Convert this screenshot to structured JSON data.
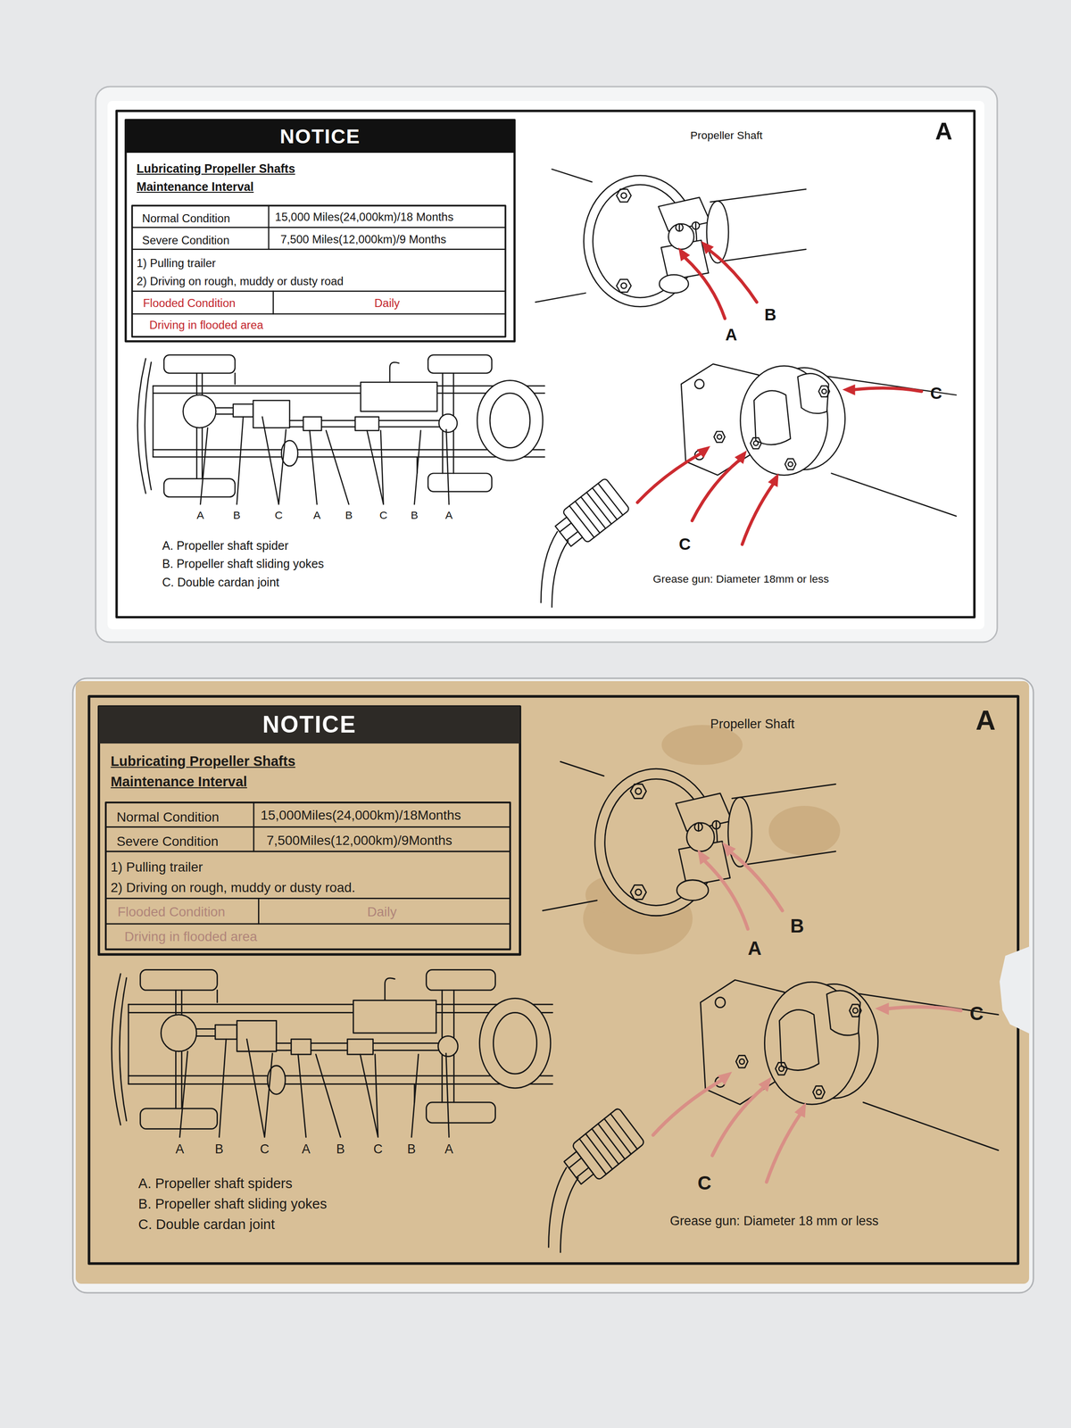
{
  "diagram": {
    "nodes": [
      {
        "text": [
          "NOTICE"
        ]
      },
      {
        "text": [
          "NOTICE"
        ]
      }
    ],
    "labels": [
      "Lubricating Propeller Shafts",
      "Maintenance Interval",
      "Normal Condition",
      "15,000 Miles(24,000km)/18 Months",
      "Severe Condition",
      "7,500 Miles(12,000km)/9 Months",
      "1) Pulling trailer",
      "2) Driving on rough, muddy or dusty road",
      "Flooded Condition",
      "Daily",
      "Driving in flooded area",
      "A",
      "B",
      "C",
      "A",
      "B",
      "C",
      "B",
      "A",
      "A. Propeller shaft spider",
      "B. Propeller shaft sliding yokes",
      "C. Double cardan joint",
      "Propeller Shaft",
      "A",
      "B",
      "A",
      "C",
      "C",
      "Grease gun: Diameter 18mm or less",
      "Lubricating Propeller Shafts",
      "Maintenance Interval",
      "Normal Condition",
      "15,000Miles(24,000km)/18Months",
      "Severe Condition",
      "7,500Miles(12,000km)/9Months",
      "1) Pulling trailer",
      "2) Driving on rough, muddy or dusty road.",
      "Flooded Condition",
      "Daily",
      "Driving in flooded area",
      "A",
      "B",
      "C",
      "A",
      "B",
      "C",
      "B",
      "A",
      "A. Propeller shaft spiders",
      "B. Propeller shaft sliding yokes",
      "C. Double cardan joint",
      "Propeller Shaft",
      "A",
      "B",
      "A",
      "C",
      "C",
      "Grease gun: Diameter 18 mm or less"
    ]
  }
}
